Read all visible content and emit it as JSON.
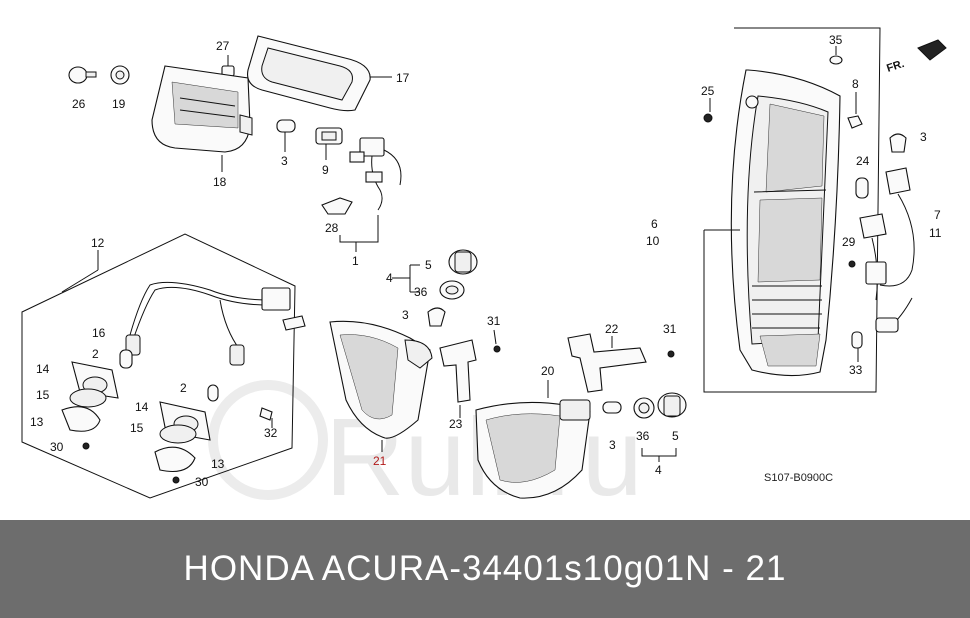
{
  "footer": {
    "brand": "HONDA ACURA",
    "separator": "-",
    "part_number": "34401s10g01",
    "diagram_ref": "N - 21"
  },
  "diagram": {
    "code": "S107-B0900C",
    "direction_label": "FR.",
    "watermark": "Ruli.ru",
    "highlight_color": "#b21a1a",
    "callouts": [
      "27",
      "17",
      "26",
      "19",
      "3",
      "9",
      "18",
      "28",
      "1",
      "12",
      "5",
      "4",
      "36",
      "3",
      "31",
      "22",
      "31",
      "16",
      "2",
      "14",
      "15",
      "13",
      "30",
      "2",
      "14",
      "15",
      "32",
      "13",
      "30",
      "21",
      "23",
      "20",
      "3",
      "36",
      "5",
      "4",
      "35",
      "25",
      "8",
      "3",
      "24",
      "6",
      "10",
      "7",
      "11",
      "29",
      "33"
    ]
  }
}
